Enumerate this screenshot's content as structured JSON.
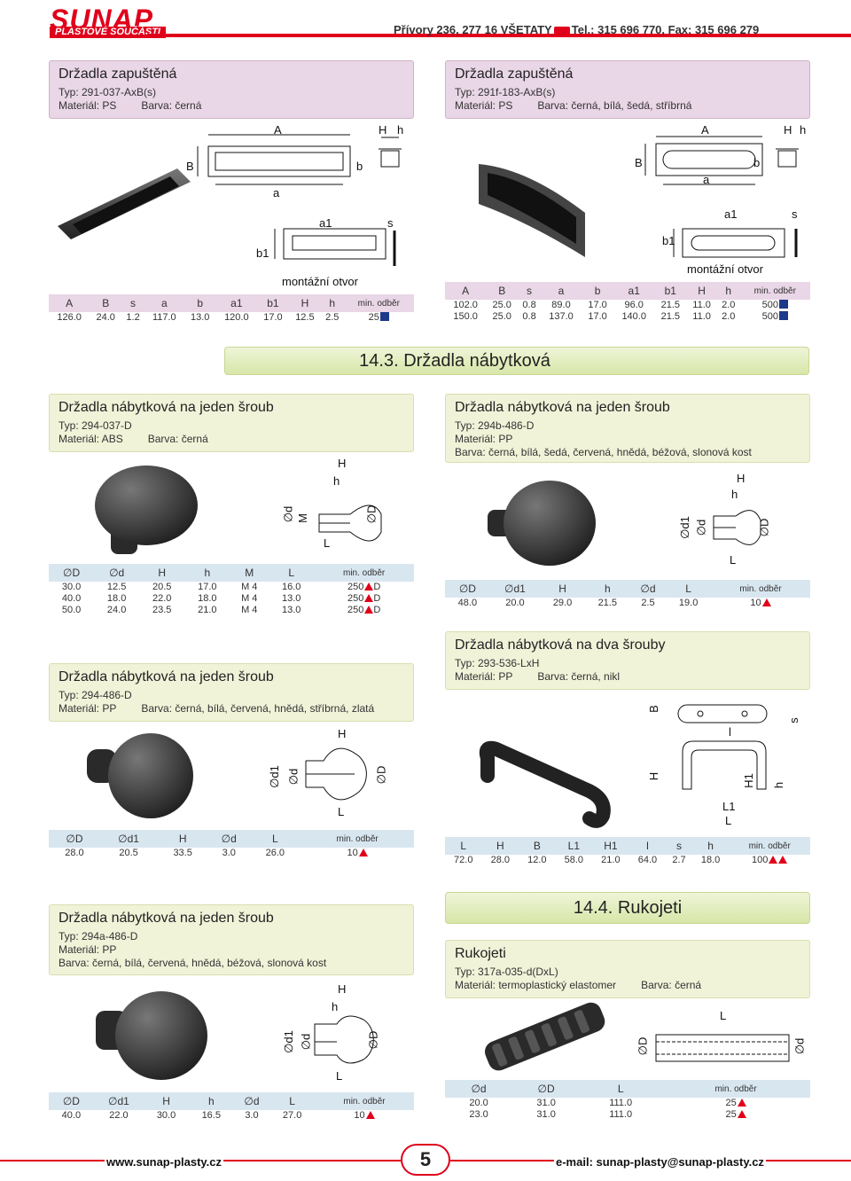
{
  "header": {
    "logo": "SUNAP",
    "logo_sub": "PLASTOVÉ SOUČÁSTI",
    "address": "Přívory 236, 277 16 VŠETATY",
    "phone": "Tel.: 315 696 770, Fax: 315 696 279"
  },
  "box1": {
    "title": "Držadla zapuštěná",
    "type_label": "Typ: 291-037-AxB(s)",
    "material": "Materiál: PS",
    "color": "Barva: černá"
  },
  "box2": {
    "title": "Držadla zapuštěná",
    "type_label": "Typ: 291f-183-AxB(s)",
    "material": "Materiál: PS",
    "color": "Barva: černá, bílá, šedá, stříbrná"
  },
  "montazni": "montážní otvor",
  "t1": {
    "headers": [
      "A",
      "B",
      "s",
      "a",
      "b",
      "a1",
      "b1",
      "H",
      "h",
      "min. odběr"
    ],
    "rows": [
      [
        "126.0",
        "24.0",
        "1.2",
        "117.0",
        "13.0",
        "120.0",
        "17.0",
        "12.5",
        "2.5",
        "25"
      ]
    ]
  },
  "t2": {
    "headers": [
      "A",
      "B",
      "s",
      "a",
      "b",
      "a1",
      "b1",
      "H",
      "h",
      "min. odběr"
    ],
    "rows": [
      [
        "102.0",
        "25.0",
        "0.8",
        "89.0",
        "17.0",
        "96.0",
        "21.5",
        "11.0",
        "2.0",
        "500"
      ],
      [
        "150.0",
        "25.0",
        "0.8",
        "137.0",
        "17.0",
        "140.0",
        "21.5",
        "11.0",
        "2.0",
        "500"
      ]
    ]
  },
  "sec143": "14.3. Držadla nábytková",
  "box3": {
    "title": "Držadla nábytková na jeden šroub",
    "type_label": "Typ: 294-037-D",
    "material": "Materiál: ABS",
    "color": "Barva: černá"
  },
  "t3": {
    "headers": [
      "∅D",
      "∅d",
      "H",
      "h",
      "M",
      "L",
      "min. odběr"
    ],
    "rows": [
      [
        "30.0",
        "12.5",
        "20.5",
        "17.0",
        "M 4",
        "16.0",
        "250",
        "D"
      ],
      [
        "40.0",
        "18.0",
        "22.0",
        "18.0",
        "M 4",
        "13.0",
        "250",
        "D"
      ],
      [
        "50.0",
        "24.0",
        "23.5",
        "21.0",
        "M 4",
        "13.0",
        "250",
        "D"
      ]
    ]
  },
  "box4": {
    "title": "Držadla nábytková na jeden šroub",
    "type_label": "Typ: 294b-486-D",
    "material": "Materiál: PP",
    "color": "Barva: černá, bílá, šedá, červená, hnědá, béžová, slonová kost"
  },
  "t4": {
    "headers": [
      "∅D",
      "∅d1",
      "H",
      "h",
      "∅d",
      "L",
      "min. odběr"
    ],
    "rows": [
      [
        "48.0",
        "20.0",
        "29.0",
        "21.5",
        "2.5",
        "19.0",
        "10"
      ]
    ]
  },
  "box5": {
    "title": "Držadla nábytková na jeden šroub",
    "type_label": "Typ: 294-486-D",
    "material": "Materiál: PP",
    "color": "Barva: černá, bílá, červená, hnědá, stříbrná, zlatá"
  },
  "t5": {
    "headers": [
      "∅D",
      "∅d1",
      "H",
      "∅d",
      "L",
      "min. odběr"
    ],
    "rows": [
      [
        "28.0",
        "20.5",
        "33.5",
        "3.0",
        "26.0",
        "10"
      ]
    ]
  },
  "box6": {
    "title": "Držadla nábytková na dva šrouby",
    "type_label": "Typ: 293-536-LxH",
    "material": "Materiál: PP",
    "color": "Barva: černá, nikl"
  },
  "t6": {
    "headers": [
      "L",
      "H",
      "B",
      "L1",
      "H1",
      "l",
      "s",
      "h",
      "min. odběr"
    ],
    "rows": [
      [
        "72.0",
        "28.0",
        "12.0",
        "58.0",
        "21.0",
        "64.0",
        "2.7",
        "18.0",
        "100"
      ]
    ]
  },
  "box7": {
    "title": "Držadla nábytková na jeden šroub",
    "type_label": "Typ: 294a-486-D",
    "material": "Materiál: PP",
    "color": "Barva: černá, bílá, červená, hnědá, béžová, slonová kost"
  },
  "t7": {
    "headers": [
      "∅D",
      "∅d1",
      "H",
      "h",
      "∅d",
      "L",
      "min. odběr"
    ],
    "rows": [
      [
        "40.0",
        "22.0",
        "30.0",
        "16.5",
        "3.0",
        "27.0",
        "10"
      ]
    ]
  },
  "sec144": "14.4. Rukojeti",
  "box8": {
    "title": "Rukojeti",
    "type_label": "Typ: 317a-035-d(DxL)",
    "material": "Materiál: termoplastický elastomer",
    "color": "Barva: černá"
  },
  "t8": {
    "headers": [
      "∅d",
      "∅D",
      "L",
      "min. odběr"
    ],
    "rows": [
      [
        "20.0",
        "31.0",
        "111.0",
        "25"
      ],
      [
        "23.0",
        "31.0",
        "111.0",
        "25"
      ]
    ]
  },
  "footer": {
    "web": "www.sunap-plasty.cz",
    "page": "5",
    "email": "e-mail: sunap-plasty@sunap-plasty.cz"
  },
  "dims": {
    "A": "A",
    "H": "H",
    "h": "h",
    "B": "B",
    "b": "b",
    "a": "a",
    "a1": "a1",
    "s": "s",
    "b1": "b1",
    "D": "∅D",
    "d": "∅d",
    "d1": "∅d1",
    "M": "M",
    "L": "L",
    "L1": "L1",
    "H1": "H1",
    "l": "l"
  }
}
